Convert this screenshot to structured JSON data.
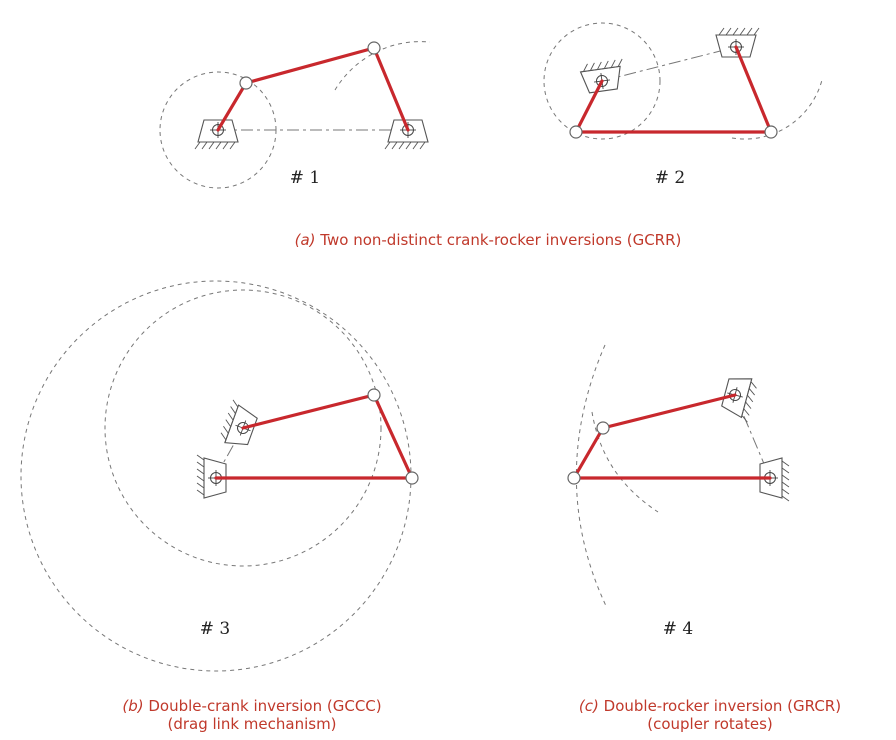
{
  "panels": [
    {
      "number": "# 1"
    },
    {
      "number": "# 2"
    },
    {
      "number": "# 3"
    },
    {
      "number": "# 4"
    }
  ],
  "captions": {
    "a": {
      "tag": "(a)",
      "text": "Two non-distinct crank-rocker inversions (GCRR)"
    },
    "b": {
      "tag": "(b)",
      "text": "Double-crank inversion (GCCC)",
      "line2": "(drag link mechanism)"
    },
    "c": {
      "tag": "(c)",
      "text": "Double-rocker inversion (GRCR)",
      "line2": "(coupler rotates)"
    }
  },
  "colors": {
    "link": "#c8282d",
    "caption": "#c0392b",
    "construction": "#777777"
  }
}
